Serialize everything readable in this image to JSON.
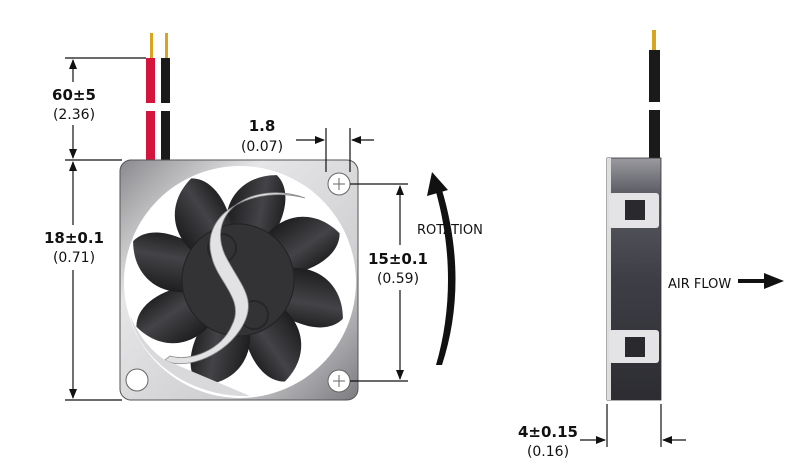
{
  "dimensions": {
    "lead_length": {
      "value": "60±5",
      "inch": "(2.36)"
    },
    "height": {
      "value": "18±0.1",
      "inch": "(0.71)"
    },
    "flange": {
      "value": "1.8",
      "inch": "(0.07)"
    },
    "hole_spacing": {
      "value": "15±0.1",
      "inch": "(0.59)"
    },
    "depth": {
      "value": "4±0.15",
      "inch": "(0.16)"
    }
  },
  "labels": {
    "rotation": "ROTATION",
    "air_flow": "AIR FLOW"
  },
  "colors": {
    "red_wire": "#d4143c",
    "black_wire": "#1a1a1a",
    "pin": "#d9a520",
    "frame": "#c9c9cc",
    "blade": "#2e2e31"
  }
}
